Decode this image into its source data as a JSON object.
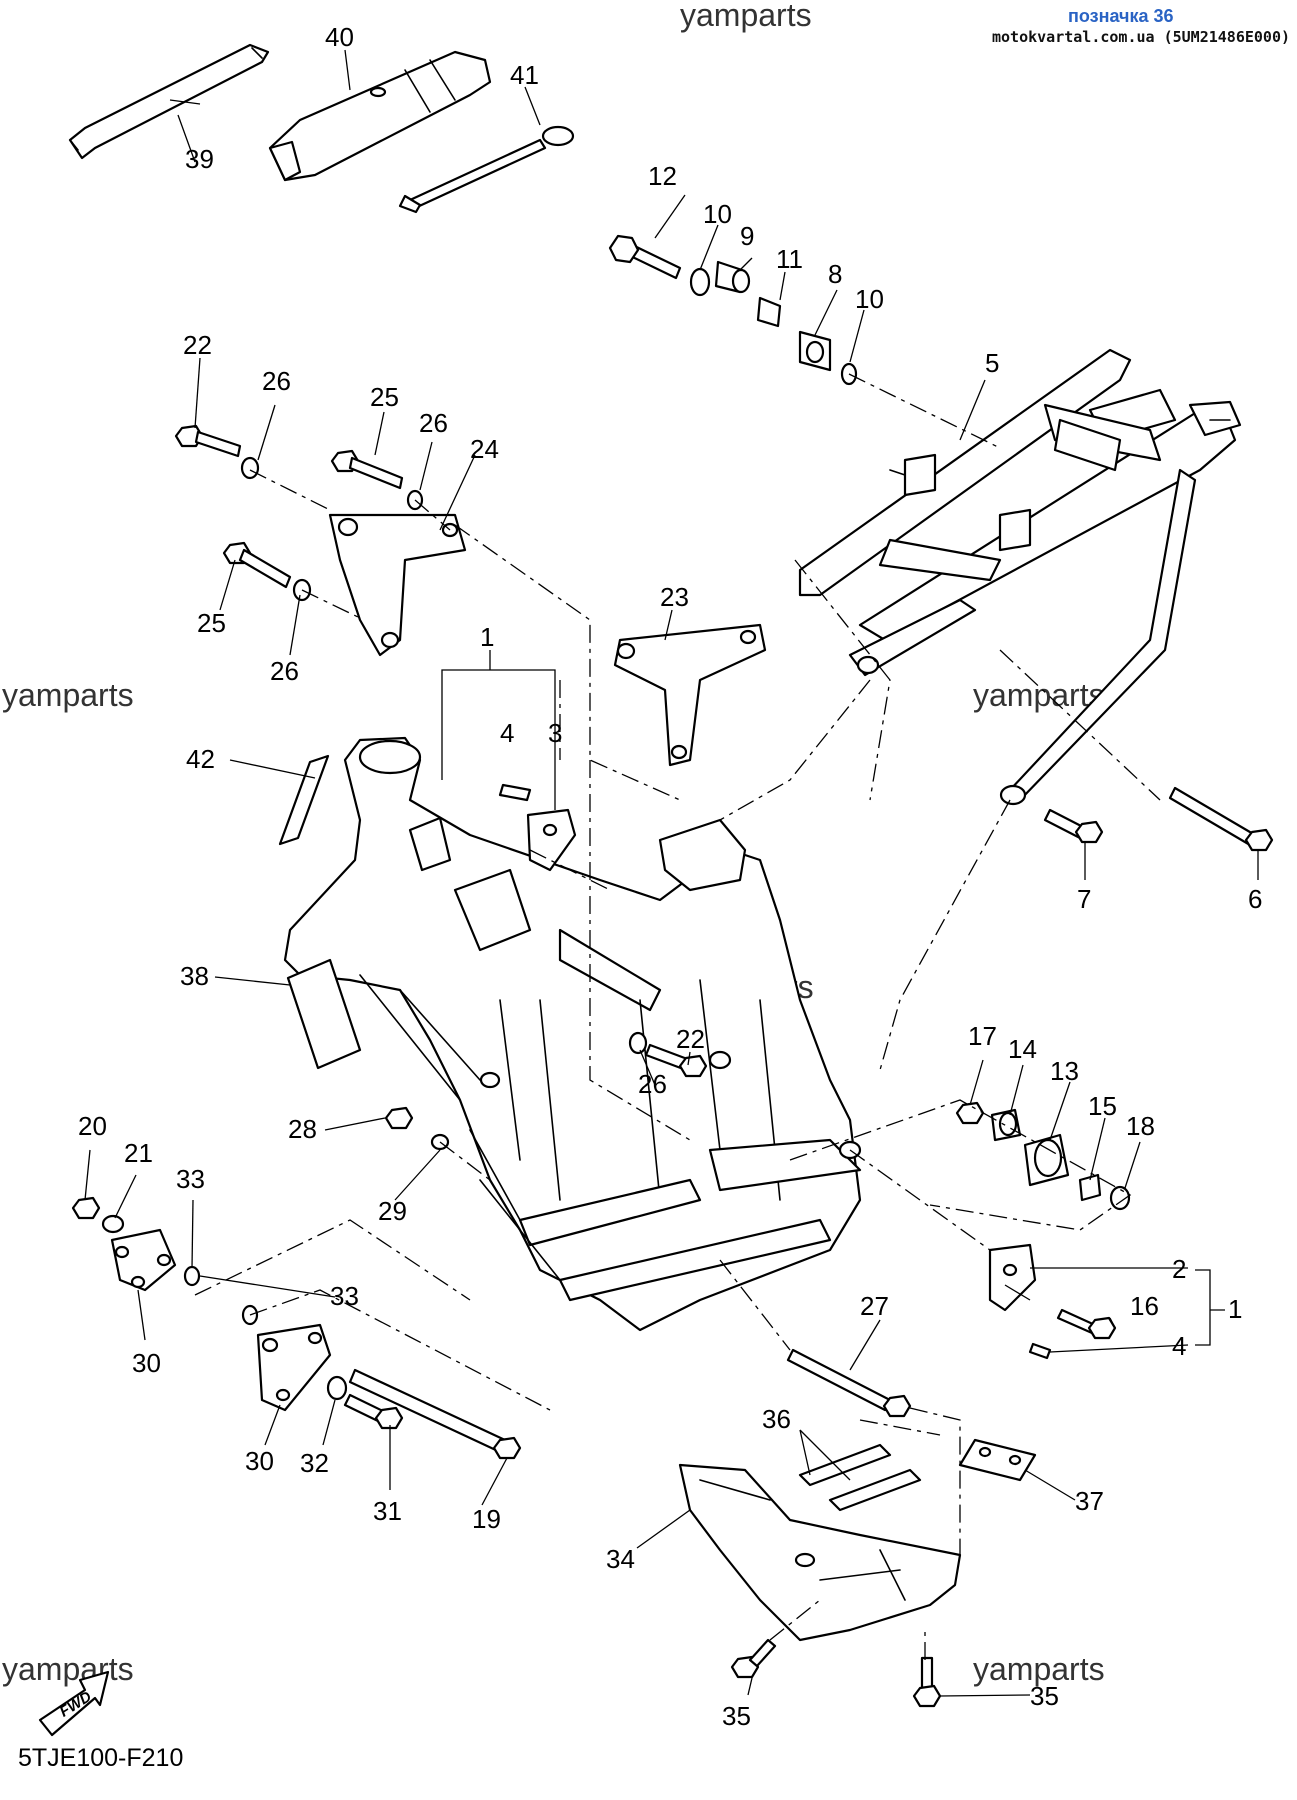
{
  "header": {
    "label": "позначка 36",
    "source": "motokvartal.com.ua (5UM21486E000)"
  },
  "watermarks": [
    "yamparts",
    "yamparts",
    "yamparts",
    "yamparts",
    "yamparts",
    "yamparts"
  ],
  "fwd_label": "FWD",
  "diagram_code": "5TJE100-F210",
  "callouts": {
    "c1a": "1",
    "c1b": "1",
    "c2": "2",
    "c3": "3",
    "c4a": "4",
    "c4b": "4",
    "c5": "5",
    "c6": "6",
    "c7": "7",
    "c8": "8",
    "c9": "9",
    "c10a": "10",
    "c10b": "10",
    "c11": "11",
    "c12": "12",
    "c13": "13",
    "c14": "14",
    "c15": "15",
    "c16": "16",
    "c17": "17",
    "c18": "18",
    "c19": "19",
    "c20": "20",
    "c21": "21",
    "c22a": "22",
    "c22b": "22",
    "c23": "23",
    "c24": "24",
    "c25a": "25",
    "c25b": "25",
    "c26a": "26",
    "c26b": "26",
    "c26c": "26",
    "c26d": "26",
    "c27": "27",
    "c28": "28",
    "c29": "29",
    "c30a": "30",
    "c30b": "30",
    "c31": "31",
    "c32": "32",
    "c33a": "33",
    "c33b": "33",
    "c34": "34",
    "c35a": "35",
    "c35b": "35",
    "c36": "36",
    "c37": "37",
    "c38": "38",
    "c39": "39",
    "c40": "40",
    "c41": "41",
    "c42": "42"
  }
}
